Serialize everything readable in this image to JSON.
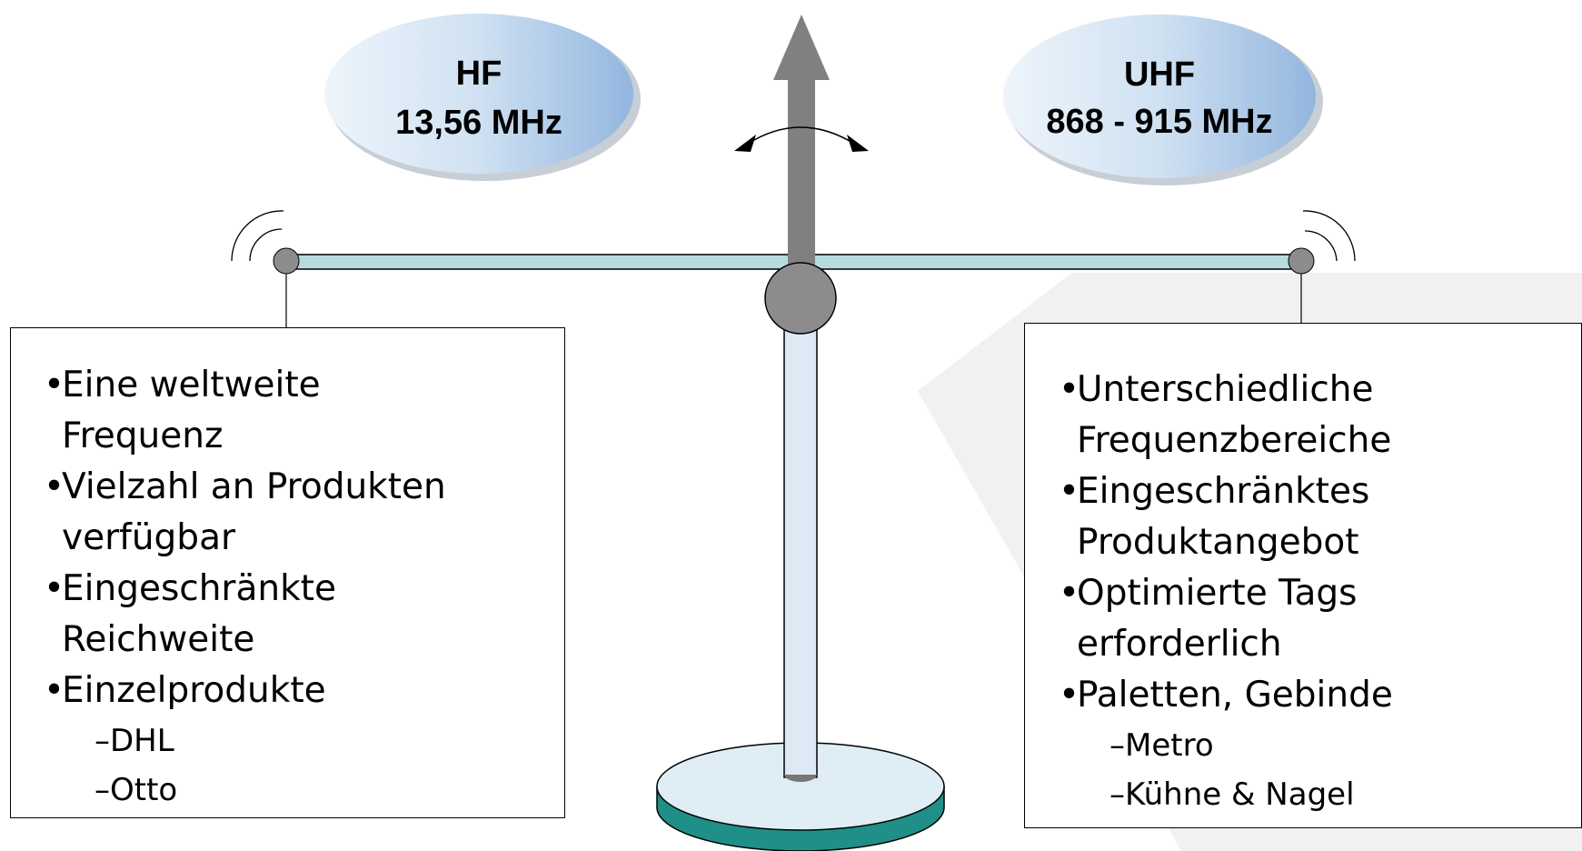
{
  "frequencies": {
    "hf": {
      "name": "HF",
      "value": "13,56 MHz"
    },
    "uhf": {
      "name": "UHF",
      "value": "868 - 915 MHz"
    }
  },
  "hf_box": {
    "items": [
      {
        "lines": [
          "Eine weltweite",
          "Frequenz"
        ]
      },
      {
        "lines": [
          "Vielzahl an Produkten",
          "verfügbar"
        ]
      },
      {
        "lines": [
          "Eingeschränkte",
          "Reichweite"
        ]
      },
      {
        "lines": [
          "Einzelprodukte"
        ]
      }
    ],
    "examples": [
      "DHL",
      "Otto"
    ]
  },
  "uhf_box": {
    "items": [
      {
        "lines": [
          "Unterschiedliche",
          "Frequenzbereiche"
        ]
      },
      {
        "lines": [
          "Eingeschränktes",
          "Produktangebot"
        ]
      },
      {
        "lines": [
          "Optimierte Tags",
          "erforderlich"
        ]
      },
      {
        "lines": [
          "Paletten, Gebinde"
        ]
      }
    ],
    "examples": [
      "Metro",
      "Kühne & Nagel"
    ]
  },
  "bullet_char": "•",
  "dash_char": "–",
  "colors": {
    "ellipse_light": "#e6f0f9",
    "ellipse_dark": "#98b9e0",
    "beam": "#b6dcdd",
    "pole": "#dde9f5",
    "base_top": "#dfeef4",
    "base_side": "#1f8f88",
    "arrow": "#808080",
    "knob": "#8c8c8c"
  }
}
